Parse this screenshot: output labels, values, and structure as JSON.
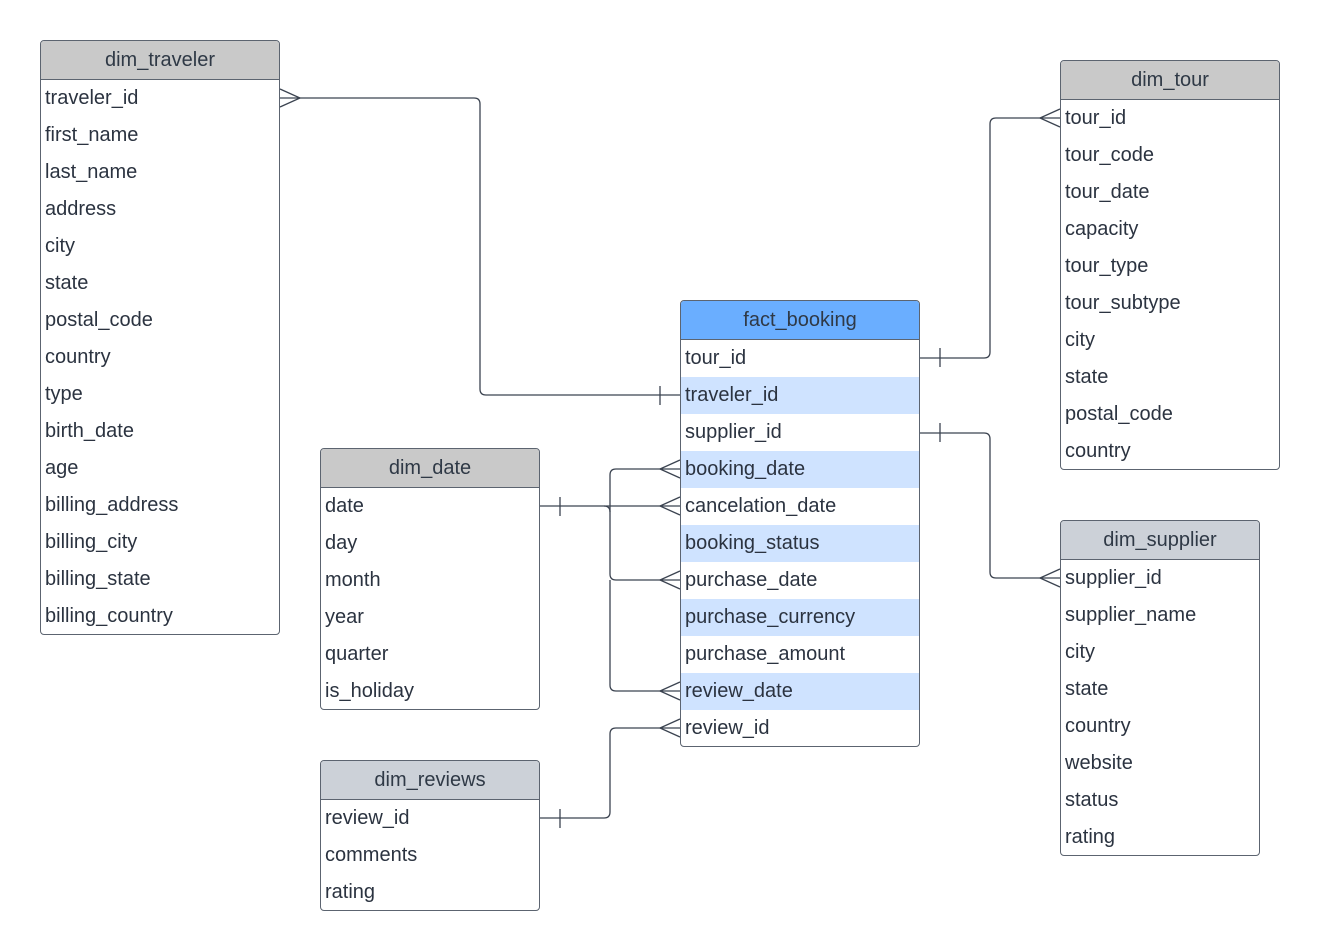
{
  "entities": {
    "dim_traveler": {
      "title": "dim_traveler",
      "fields": [
        "traveler_id",
        "first_name",
        "last_name",
        "address",
        "city",
        "state",
        "postal_code",
        "country",
        "type",
        "birth_date",
        "age",
        "billing_address",
        "billing_city",
        "billing_state",
        "billing_country"
      ]
    },
    "dim_date": {
      "title": "dim_date",
      "fields": [
        "date",
        "day",
        "month",
        "year",
        "quarter",
        "is_holiday"
      ]
    },
    "dim_reviews": {
      "title": "dim_reviews",
      "fields": [
        "review_id",
        "comments",
        "rating"
      ]
    },
    "fact_booking": {
      "title": "fact_booking",
      "fields": [
        "tour_id",
        "traveler_id",
        "supplier_id",
        "booking_date",
        "cancelation_date",
        "booking_status",
        "purchase_date",
        "purchase_currency",
        "purchase_amount",
        "review_date",
        "review_id"
      ]
    },
    "dim_tour": {
      "title": "dim_tour",
      "fields": [
        "tour_id",
        "tour_code",
        "tour_date",
        "capacity",
        "tour_type",
        "tour_subtype",
        "city",
        "state",
        "postal_code",
        "country"
      ]
    },
    "dim_supplier": {
      "title": "dim_supplier",
      "fields": [
        "supplier_id",
        "supplier_name",
        "city",
        "state",
        "country",
        "website",
        "status",
        "rating"
      ]
    }
  },
  "relationships": [
    {
      "from": "dim_traveler.traveler_id",
      "to": "fact_booking.traveler_id",
      "from_cardinality": "many",
      "to_cardinality": "one"
    },
    {
      "from": "dim_tour.tour_id",
      "to": "fact_booking.tour_id",
      "from_cardinality": "many",
      "to_cardinality": "one"
    },
    {
      "from": "dim_supplier.supplier_id",
      "to": "fact_booking.supplier_id",
      "from_cardinality": "many",
      "to_cardinality": "one"
    },
    {
      "from": "dim_date.date",
      "to": "fact_booking.booking_date",
      "from_cardinality": "one",
      "to_cardinality": "many"
    },
    {
      "from": "dim_date.date",
      "to": "fact_booking.cancelation_date",
      "from_cardinality": "one",
      "to_cardinality": "many"
    },
    {
      "from": "dim_date.date",
      "to": "fact_booking.purchase_date",
      "from_cardinality": "one",
      "to_cardinality": "many"
    },
    {
      "from": "dim_date.date",
      "to": "fact_booking.review_date",
      "from_cardinality": "one",
      "to_cardinality": "many"
    },
    {
      "from": "dim_reviews.review_id",
      "to": "fact_booking.review_id",
      "from_cardinality": "one",
      "to_cardinality": "many"
    }
  ],
  "colors": {
    "header_gray": "#c9c9c9",
    "header_slate": "#ccd1d8",
    "header_fact": "#6aaeff",
    "row_highlight": "#cfe3ff",
    "border": "#5c6470",
    "line": "#3b4350"
  }
}
